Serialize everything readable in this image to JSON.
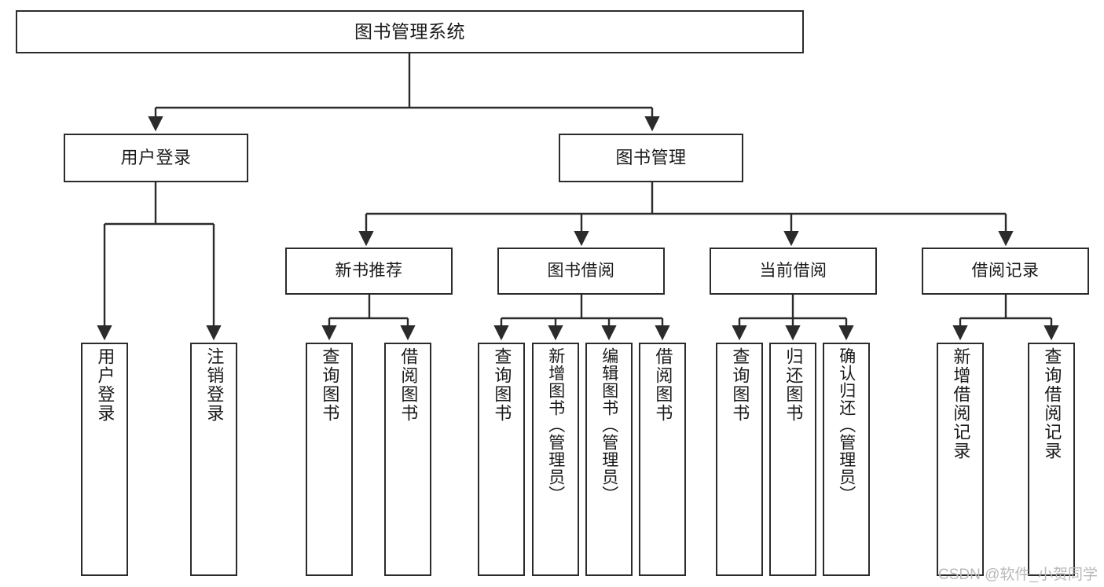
{
  "diagram": {
    "title": "图书管理系统",
    "type": "hierarchy-tree",
    "orientation": "top-down",
    "colors": {
      "box_border": "#2b2b2b",
      "box_fill": "#ffffff",
      "edge": "#2b2b2b",
      "text": "#1a1a1a",
      "watermark": "#b9b9b9",
      "background": "#ffffff"
    },
    "levels": {
      "root": {
        "label": "图书管理系统"
      },
      "level2": [
        {
          "id": "user-login",
          "label": "用户登录"
        },
        {
          "id": "book-management",
          "label": "图书管理"
        }
      ],
      "level3": [
        {
          "id": "new-book-recommend",
          "label": "新书推荐",
          "parent": "book-management"
        },
        {
          "id": "book-borrow",
          "label": "图书借阅",
          "parent": "book-management"
        },
        {
          "id": "current-borrow",
          "label": "当前借阅",
          "parent": "book-management"
        },
        {
          "id": "borrow-record",
          "label": "借阅记录",
          "parent": "book-management"
        }
      ],
      "leaves": [
        {
          "id": "leaf-user-login",
          "label": "用户登录",
          "parent": "user-login"
        },
        {
          "id": "leaf-logout-login",
          "label": "注销登录",
          "parent": "user-login"
        },
        {
          "id": "leaf-query-book-1",
          "label": "查询图书",
          "parent": "new-book-recommend"
        },
        {
          "id": "leaf-borrow-book-1",
          "label": "借阅图书",
          "parent": "new-book-recommend"
        },
        {
          "id": "leaf-query-book-2",
          "label": "查询图书",
          "parent": "book-borrow"
        },
        {
          "id": "leaf-add-book",
          "label": "新增图书（管理员）",
          "parent": "book-borrow"
        },
        {
          "id": "leaf-edit-book",
          "label": "编辑图书（管理员）",
          "parent": "book-borrow"
        },
        {
          "id": "leaf-borrow-book-2",
          "label": "借阅图书",
          "parent": "book-borrow"
        },
        {
          "id": "leaf-query-book-3",
          "label": "查询图书",
          "parent": "current-borrow"
        },
        {
          "id": "leaf-return-book",
          "label": "归还图书",
          "parent": "current-borrow"
        },
        {
          "id": "leaf-confirm-return",
          "label": "确认归还（管理员）",
          "parent": "current-borrow"
        },
        {
          "id": "leaf-add-borrow-record",
          "label": "新增借阅记录",
          "parent": "borrow-record"
        },
        {
          "id": "leaf-query-borrow-record",
          "label": "查询借阅记录",
          "parent": "borrow-record"
        }
      ]
    }
  },
  "watermark": {
    "text": "CSDN @软件_小贺同学"
  }
}
